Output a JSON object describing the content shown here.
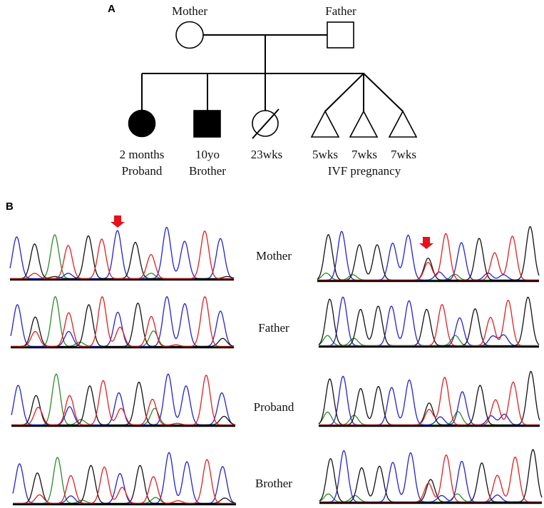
{
  "figure": {
    "panel_a_letter": "A",
    "panel_b_letter": "B"
  },
  "pedigree": {
    "parents": [
      {
        "id": "mother",
        "label": "Mother",
        "sex": "female",
        "affected": false
      },
      {
        "id": "father",
        "label": "Father",
        "sex": "male",
        "affected": false
      }
    ],
    "children": [
      {
        "id": "proband",
        "label_line1": "2 months",
        "label_line2": "Proband",
        "sex": "female",
        "affected": true,
        "deceased": false
      },
      {
        "id": "brother",
        "label_line1": "10yo",
        "label_line2": "Brother",
        "sex": "male",
        "affected": true,
        "deceased": false
      },
      {
        "id": "fetus-23wks",
        "label_line1": "23wks",
        "label_line2": "",
        "sex": "female",
        "affected": false,
        "deceased": true
      },
      {
        "id": "ivf-1",
        "label_line1": "5wks",
        "sex": "unknown",
        "type": "pregnancy"
      },
      {
        "id": "ivf-2",
        "label_line1": "7wks",
        "sex": "unknown",
        "type": "pregnancy"
      },
      {
        "id": "ivf-3",
        "label_line1": "7wks",
        "sex": "unknown",
        "type": "pregnancy"
      }
    ],
    "ivf_group_label": "IVF pregnancy"
  },
  "chromatograms": {
    "colors": {
      "A": "#2b8a2b",
      "C": "#2222d0",
      "G": "#111111",
      "T": "#e02020"
    },
    "arrow_color": "#e8101a",
    "samples": [
      "Mother",
      "Father",
      "Proband",
      "Brother"
    ],
    "mutation_marks": [
      {
        "sample": "Mother",
        "side": "left"
      },
      {
        "sample": "Mother",
        "side": "right"
      }
    ],
    "note": "peaks: [position_index (0-1 along trace), base, relative_height (0-1)]",
    "left": {
      "Mother": [
        [
          0.03,
          "C",
          0.78
        ],
        [
          0.11,
          "G",
          0.65
        ],
        [
          0.2,
          "A",
          0.82
        ],
        [
          0.26,
          "T",
          0.62
        ],
        [
          0.35,
          "G",
          0.8
        ],
        [
          0.41,
          "T",
          0.74
        ],
        [
          0.48,
          "C",
          0.9
        ],
        [
          0.56,
          "G",
          0.68
        ],
        [
          0.63,
          "T",
          0.45
        ],
        [
          0.7,
          "C",
          0.96
        ],
        [
          0.78,
          "C",
          0.7
        ],
        [
          0.87,
          "T",
          0.89
        ],
        [
          0.94,
          "C",
          0.75
        ],
        [
          0.11,
          "T",
          0.1
        ],
        [
          0.26,
          "C",
          0.1
        ],
        [
          0.63,
          "A",
          0.1
        ],
        [
          0.2,
          "G",
          0.04
        ],
        [
          0.97,
          "G",
          0.04
        ]
      ],
      "Father": [
        [
          0.03,
          "C",
          0.78
        ],
        [
          0.11,
          "G",
          0.55
        ],
        [
          0.11,
          "T",
          0.28
        ],
        [
          0.2,
          "A",
          0.93
        ],
        [
          0.26,
          "T",
          0.63
        ],
        [
          0.26,
          "C",
          0.28
        ],
        [
          0.35,
          "G",
          0.78
        ],
        [
          0.41,
          "T",
          0.93
        ],
        [
          0.48,
          "C",
          0.64
        ],
        [
          0.49,
          "T",
          0.36
        ],
        [
          0.57,
          "G",
          0.81
        ],
        [
          0.63,
          "T",
          0.56
        ],
        [
          0.64,
          "A",
          0.29
        ],
        [
          0.7,
          "C",
          0.93
        ],
        [
          0.78,
          "C",
          0.8
        ],
        [
          0.87,
          "T",
          0.93
        ],
        [
          0.94,
          "C",
          0.66
        ],
        [
          0.95,
          "G",
          0.15
        ],
        [
          0.31,
          "A",
          0.08
        ],
        [
          0.74,
          "T",
          0.03
        ]
      ],
      "Proband": [
        [
          0.03,
          "C",
          0.74
        ],
        [
          0.11,
          "G",
          0.55
        ],
        [
          0.12,
          "T",
          0.33
        ],
        [
          0.2,
          "A",
          0.95
        ],
        [
          0.26,
          "T",
          0.55
        ],
        [
          0.26,
          "C",
          0.34
        ],
        [
          0.35,
          "G",
          0.73
        ],
        [
          0.41,
          "T",
          0.83
        ],
        [
          0.48,
          "C",
          0.6
        ],
        [
          0.49,
          "T",
          0.31
        ],
        [
          0.57,
          "G",
          0.8
        ],
        [
          0.63,
          "T",
          0.48
        ],
        [
          0.64,
          "A",
          0.31
        ],
        [
          0.7,
          "C",
          0.95
        ],
        [
          0.78,
          "C",
          0.73
        ],
        [
          0.87,
          "T",
          0.93
        ],
        [
          0.94,
          "C",
          0.6
        ],
        [
          0.95,
          "G",
          0.16
        ],
        [
          0.31,
          "A",
          0.1
        ],
        [
          0.74,
          "T",
          0.03
        ]
      ],
      "Brother": [
        [
          0.03,
          "C",
          0.74
        ],
        [
          0.11,
          "G",
          0.57
        ],
        [
          0.12,
          "T",
          0.16
        ],
        [
          0.2,
          "A",
          0.86
        ],
        [
          0.26,
          "T",
          0.52
        ],
        [
          0.26,
          "C",
          0.14
        ],
        [
          0.35,
          "G",
          0.71
        ],
        [
          0.41,
          "T",
          0.68
        ],
        [
          0.48,
          "C",
          0.56
        ],
        [
          0.49,
          "T",
          0.3
        ],
        [
          0.57,
          "G",
          0.71
        ],
        [
          0.63,
          "T",
          0.5
        ],
        [
          0.64,
          "A",
          0.11
        ],
        [
          0.7,
          "C",
          0.95
        ],
        [
          0.78,
          "C",
          0.78
        ],
        [
          0.87,
          "T",
          0.82
        ],
        [
          0.94,
          "C",
          0.69
        ],
        [
          0.95,
          "G",
          0.1
        ],
        [
          0.31,
          "A",
          0.06
        ],
        [
          0.74,
          "T",
          0.05
        ]
      ]
    },
    "right": {
      "Mother": [
        [
          0.05,
          "G",
          0.85
        ],
        [
          0.11,
          "C",
          0.91
        ],
        [
          0.19,
          "G",
          0.66
        ],
        [
          0.27,
          "G",
          0.66
        ],
        [
          0.34,
          "C",
          0.69
        ],
        [
          0.41,
          "C",
          0.84
        ],
        [
          0.5,
          "G",
          0.41
        ],
        [
          0.5,
          "T",
          0.33
        ],
        [
          0.58,
          "T",
          0.87
        ],
        [
          0.65,
          "C",
          0.7
        ],
        [
          0.73,
          "G",
          0.78
        ],
        [
          0.8,
          "T",
          0.51
        ],
        [
          0.88,
          "T",
          0.82
        ],
        [
          0.96,
          "G",
          1.0
        ],
        [
          0.04,
          "A",
          0.13
        ],
        [
          0.16,
          "A",
          0.1
        ],
        [
          0.62,
          "A",
          0.11
        ],
        [
          0.77,
          "C",
          0.13
        ],
        [
          0.84,
          "C",
          0.1
        ],
        [
          0.55,
          "C",
          0.15
        ]
      ],
      "Father": [
        [
          0.05,
          "G",
          0.87
        ],
        [
          0.11,
          "C",
          0.91
        ],
        [
          0.19,
          "G",
          0.68
        ],
        [
          0.27,
          "G",
          0.74
        ],
        [
          0.33,
          "C",
          0.74
        ],
        [
          0.41,
          "C",
          0.84
        ],
        [
          0.49,
          "G",
          0.68
        ],
        [
          0.56,
          "T",
          0.77
        ],
        [
          0.64,
          "C",
          0.52
        ],
        [
          0.62,
          "A",
          0.19
        ],
        [
          0.71,
          "G",
          0.69
        ],
        [
          0.78,
          "T",
          0.53
        ],
        [
          0.86,
          "T",
          0.85
        ],
        [
          0.95,
          "G",
          0.91
        ],
        [
          0.04,
          "A",
          0.19
        ],
        [
          0.16,
          "A",
          0.14
        ],
        [
          0.79,
          "C",
          0.18
        ],
        [
          0.84,
          "C",
          0.2
        ]
      ],
      "Proband": [
        [
          0.05,
          "G",
          0.86
        ],
        [
          0.11,
          "C",
          0.91
        ],
        [
          0.19,
          "G",
          0.68
        ],
        [
          0.27,
          "G",
          0.72
        ],
        [
          0.33,
          "C",
          0.7
        ],
        [
          0.41,
          "C",
          0.84
        ],
        [
          0.5,
          "G",
          0.41
        ],
        [
          0.5,
          "T",
          0.29
        ],
        [
          0.57,
          "T",
          0.89
        ],
        [
          0.65,
          "C",
          0.62
        ],
        [
          0.63,
          "A",
          0.25
        ],
        [
          0.73,
          "G",
          0.74
        ],
        [
          0.8,
          "T",
          0.47
        ],
        [
          0.88,
          "T",
          0.8
        ],
        [
          0.96,
          "G",
          1.0
        ],
        [
          0.04,
          "A",
          0.24
        ],
        [
          0.16,
          "A",
          0.18
        ],
        [
          0.78,
          "C",
          0.17
        ],
        [
          0.84,
          "C",
          0.2
        ],
        [
          0.55,
          "C",
          0.15
        ]
      ],
      "Brother": [
        [
          0.05,
          "G",
          0.81
        ],
        [
          0.11,
          "C",
          0.96
        ],
        [
          0.19,
          "G",
          0.64
        ],
        [
          0.27,
          "G",
          0.67
        ],
        [
          0.33,
          "C",
          0.74
        ],
        [
          0.41,
          "C",
          0.92
        ],
        [
          0.5,
          "G",
          0.42
        ],
        [
          0.49,
          "T",
          0.35
        ],
        [
          0.57,
          "T",
          0.88
        ],
        [
          0.64,
          "C",
          0.76
        ],
        [
          0.62,
          "A",
          0.15
        ],
        [
          0.73,
          "G",
          0.73
        ],
        [
          0.8,
          "T",
          0.5
        ],
        [
          0.88,
          "T",
          0.84
        ],
        [
          0.96,
          "G",
          0.98
        ],
        [
          0.04,
          "A",
          0.15
        ],
        [
          0.16,
          "A",
          0.12
        ],
        [
          0.8,
          "C",
          0.13
        ],
        [
          0.55,
          "C",
          0.12
        ]
      ]
    }
  }
}
